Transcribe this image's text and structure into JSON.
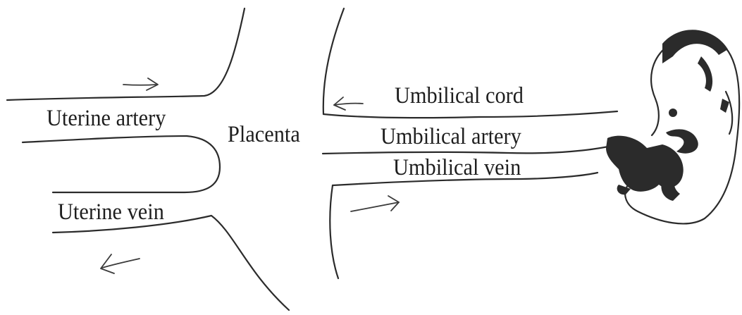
{
  "labels": {
    "uterine_artery": "Uterine artery",
    "placenta": "Placenta",
    "uterine_vein": "Uterine vein",
    "umbilical_cord": "Umbilical cord",
    "umbilical_artery": "Umbilical artery",
    "umbilical_vein": "Umbilical vein"
  },
  "colors": {
    "ink": "#2b2b2b",
    "background": "#ffffff"
  }
}
